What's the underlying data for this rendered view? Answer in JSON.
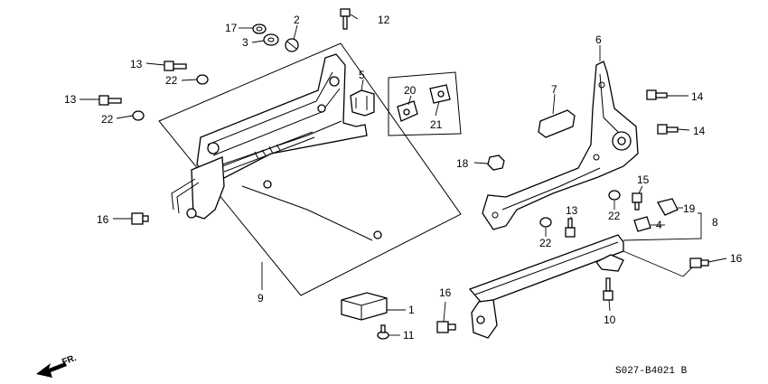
{
  "diagram_code": "S027-B4021 B",
  "direction_label": "FR.",
  "callouts": {
    "c1": "1",
    "c2": "2",
    "c3": "3",
    "c4": "4",
    "c5": "5",
    "c6": "6",
    "c7": "7",
    "c8": "8",
    "c9": "9",
    "c10": "10",
    "c11": "11",
    "c12": "12",
    "c13a": "13",
    "c13b": "13",
    "c13c": "13",
    "c14a": "14",
    "c14b": "14",
    "c15": "15",
    "c16a": "16",
    "c16b": "16",
    "c16c": "16",
    "c17": "17",
    "c18": "18",
    "c19": "19",
    "c20": "20",
    "c21": "21",
    "c22a": "22",
    "c22b": "22",
    "c22c": "22",
    "c22d": "22"
  }
}
